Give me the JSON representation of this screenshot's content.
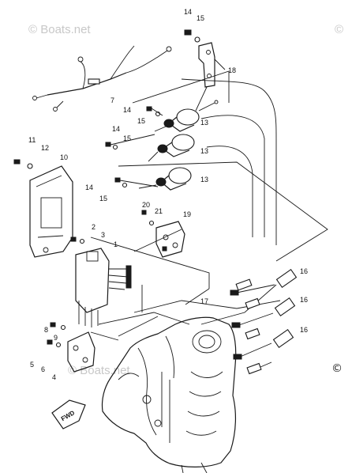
{
  "watermark": {
    "top_left": "© Boats.net",
    "top_right": "©",
    "bottom": "© Boats.net",
    "side_mark": "©"
  },
  "fwd_label": "FWD",
  "part_labels": {
    "p1": "1",
    "p2": "2",
    "p3": "3",
    "p4": "4",
    "p5": "5",
    "p6": "6",
    "p7": "7",
    "p8": "8",
    "p9": "9",
    "p10": "10",
    "p11": "11",
    "p12": "12",
    "p13a": "13",
    "p13b": "13",
    "p13c": "13",
    "p14a": "14",
    "p14b": "14",
    "p14c": "14",
    "p14d": "14",
    "p15a": "15",
    "p15b": "15",
    "p15c": "15",
    "p15d": "15",
    "p16a": "16",
    "p16b": "16",
    "p16c": "16",
    "p17": "17",
    "p18": "18",
    "p19": "19",
    "p20": "20",
    "p21": "21"
  }
}
